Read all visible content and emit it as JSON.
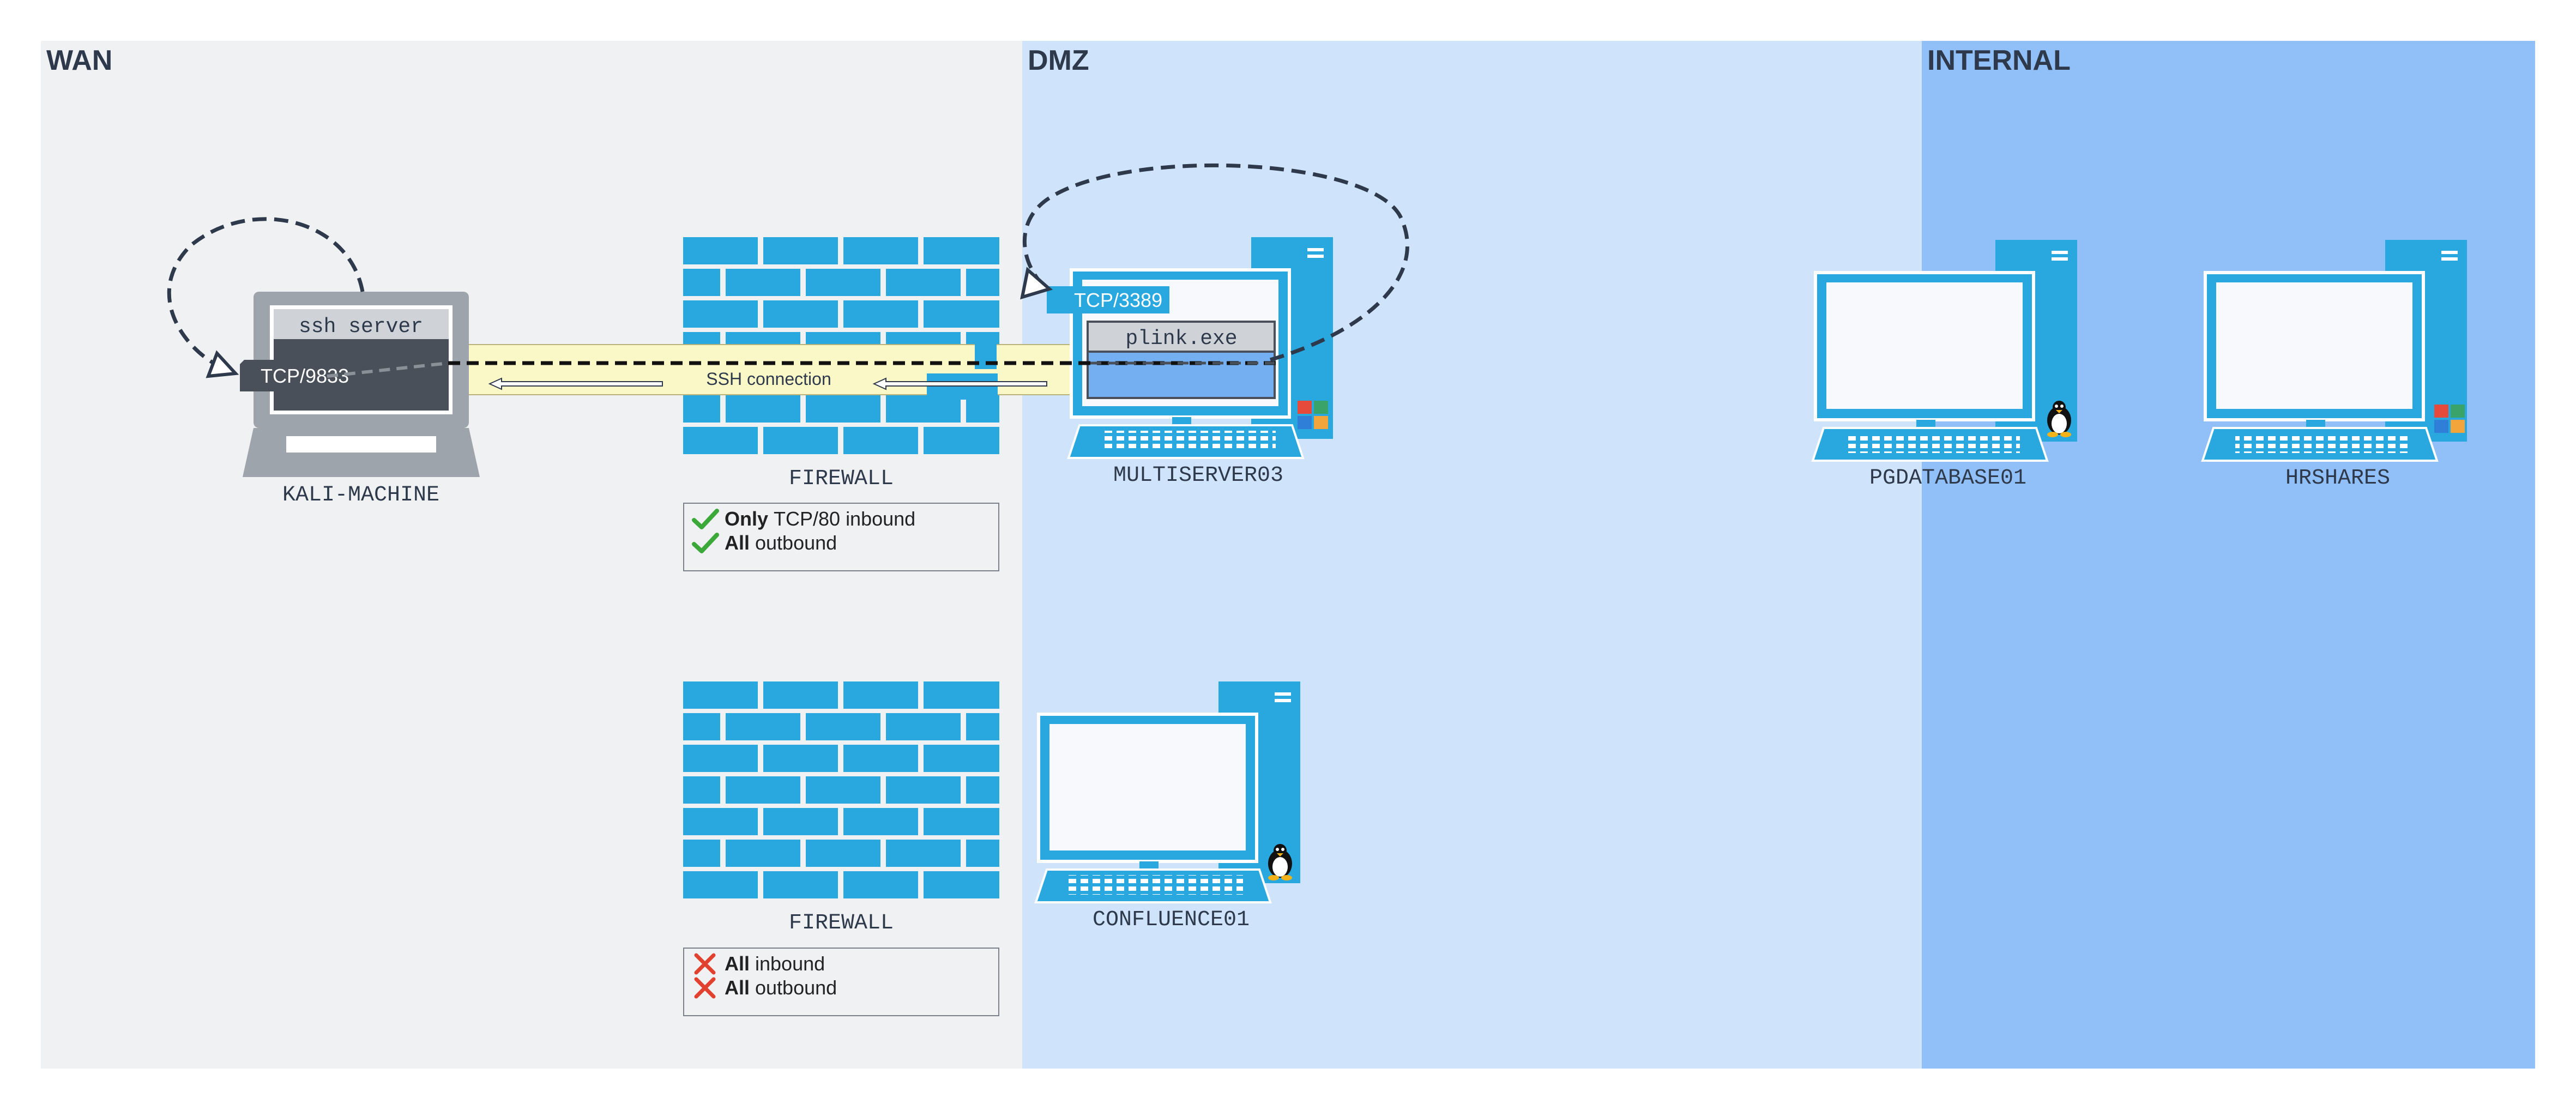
{
  "zones": [
    {
      "id": "wan",
      "title": "WAN",
      "color": "#f0f1f3"
    },
    {
      "id": "dmz",
      "title": "DMZ",
      "color": "#cfe3fb"
    },
    {
      "id": "internal",
      "title": "INTERNAL",
      "color": "#91bff8"
    }
  ],
  "hosts": {
    "kali": {
      "name": "KALI-MACHINE",
      "type": "laptop",
      "service": "ssh server",
      "port_label": "TCP/9833"
    },
    "multiserver": {
      "name": "MULTISERVER03",
      "type": "desktop",
      "os": "windows",
      "process": "plink.exe",
      "port_label": "TCP/3389"
    },
    "confluence": {
      "name": "CONFLUENCE01",
      "type": "desktop",
      "os": "linux"
    },
    "pgdatabase": {
      "name": "PGDATABASE01",
      "type": "desktop",
      "os": "linux"
    },
    "hrshares": {
      "name": "HRSHARES",
      "type": "desktop",
      "os": "windows"
    }
  },
  "firewalls": [
    {
      "name": "FIREWALL",
      "rules": [
        {
          "status": "allow",
          "icon": "checkmark-icon",
          "bold": "Only",
          "text": "TCP/80 inbound"
        },
        {
          "status": "allow",
          "icon": "checkmark-icon",
          "bold": "All",
          "text": "outbound"
        }
      ]
    },
    {
      "name": "FIREWALL",
      "rules": [
        {
          "status": "deny",
          "icon": "cross-icon",
          "bold": "All",
          "text": "inbound"
        },
        {
          "status": "deny",
          "icon": "cross-icon",
          "bold": "All",
          "text": "outbound"
        }
      ]
    }
  ],
  "tunnel": {
    "label": "SSH connection",
    "color": "#fbf8c8"
  },
  "colors": {
    "device_blue": "#29a8e0",
    "dark_text": "#2e3a4b",
    "laptop_gray": "#9ea4ab",
    "allow_green": "#3aa93a",
    "deny_red": "#e0422f"
  }
}
